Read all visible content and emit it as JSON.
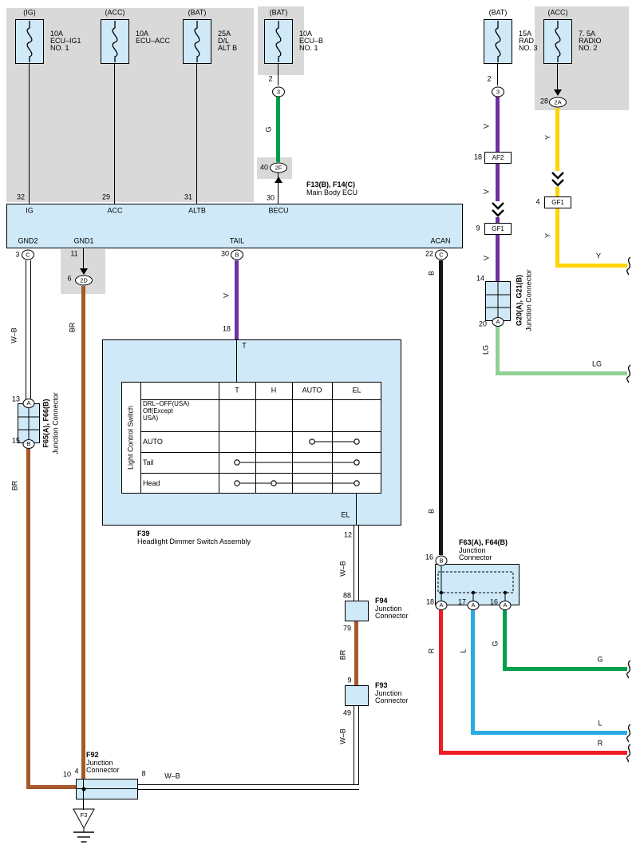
{
  "colors": {
    "component_fill": "#cfe9f8",
    "block_shade": "#d9d9d9",
    "wire_green": "#009f4d",
    "wire_violet": "#7030a0",
    "wire_yellow": "#ffd400",
    "wire_light_green": "#90d096",
    "wire_black": "#141414",
    "wire_brown": "#a5592a",
    "wire_red": "#ed1c24",
    "wire_blue": "#29abe2"
  },
  "fuses": {
    "ecu_ig1": {
      "slot": "(IG)",
      "rating": "10A",
      "name1": "ECU–IG1",
      "name2": "NO. 1",
      "pin": "32"
    },
    "ecu_acc": {
      "slot": "(ACC)",
      "rating": "10A",
      "name1": "ECU–ACC",
      "pin": "29"
    },
    "dl_altb": {
      "slot": "(BAT)",
      "rating": "25A",
      "name1": "D/L",
      "name2": "ALT B",
      "pin": "31"
    },
    "ecu_b": {
      "slot": "(BAT)",
      "rating": "10A",
      "name1": "ECU–B",
      "name2": "NO. 1",
      "pin": "2"
    },
    "rad": {
      "slot": "(BAT)",
      "rating": "15A",
      "name1": "RAD",
      "name2": "NO. 3",
      "pin": "2"
    },
    "radio": {
      "slot": "(ACC)",
      "rating": "7. 5A",
      "name1": "RADIO",
      "name2": "NO. 2",
      "pin": "28"
    }
  },
  "ecu": {
    "code": "F13(B), F14(C)",
    "name": "Main Body ECU",
    "term_ig": "IG",
    "term_acc": "ACC",
    "term_altb": "ALTB",
    "term_becu": "BECU",
    "term_gnd2": "GND2",
    "term_gnd1": "GND1",
    "term_tail": "TAIL",
    "term_acan": "ACAN"
  },
  "becu_branch": {
    "oval_3": "3",
    "wire": "G",
    "pin_40": "40",
    "oval_2f": "2F",
    "pin_30": "30"
  },
  "gnd2_branch": {
    "pin": "3",
    "oval": "C",
    "wire_upper": "W–B",
    "wire_lower": "BR"
  },
  "f65": {
    "code": "F65(A), F66(B)",
    "label": "Junction Connector",
    "pin_top": "13",
    "oval_top": "A",
    "pin_bottom": "15",
    "oval_bottom": "B"
  },
  "gnd1_branch": {
    "pin": "11",
    "pin_6": "6",
    "oval_2d": "2D",
    "wire": "BR"
  },
  "tail_branch": {
    "pin": "30",
    "oval": "B",
    "wire": "V",
    "pin_18": "18"
  },
  "acan_branch": {
    "pin": "22",
    "oval": "C",
    "wire_upper": "B",
    "wire_lower": "B"
  },
  "switch": {
    "code": "F39",
    "name": "Headlight Dimmer Switch Assembly",
    "term_in": "T",
    "term_out": "EL",
    "pin_out": "12",
    "side_label": "Light Control Switch",
    "col_t": "T",
    "col_h": "H",
    "col_auto": "AUTO",
    "col_el": "EL",
    "row1_l1": "DRL–OFF(USA)",
    "row1_l2": "Off(Except",
    "row1_l3": "USA)",
    "row2": "AUTO",
    "row3": "Tail",
    "row4": "Head"
  },
  "el_branch": {
    "wire_1": "W–B",
    "pin_88": "88",
    "pin_79": "79",
    "wire_2": "BR",
    "pin_9": "9",
    "pin_49": "49",
    "wire_3": "W–B",
    "wire_4": "W–B"
  },
  "f94": {
    "code": "F94",
    "label1": "Junction",
    "label2": "Connector"
  },
  "f93": {
    "code": "F93",
    "label1": "Junction",
    "label2": "Connector"
  },
  "f92": {
    "code": "F92",
    "label1": "Junction",
    "label2": "Connector",
    "pin_10": "10",
    "pin_4": "4",
    "pin_8": "8",
    "ground": "F3"
  },
  "f63": {
    "code": "F63(A), F64(B)",
    "label1": "Junction",
    "label2": "Connector",
    "pin_top": "16",
    "oval_top": "B",
    "oval_a": "A",
    "pin_18": "18",
    "pin_17": "17",
    "pin_16": "16",
    "wire_r": "R",
    "wire_l": "L",
    "wire_g": "G",
    "end_r": "R",
    "end_l": "L",
    "end_g": "G"
  },
  "rad_branch": {
    "oval_3": "3",
    "wire_v1": "V",
    "pin_18": "18",
    "conn_af2": "AF2",
    "wire_v2": "V",
    "pin_9": "9",
    "conn_gf1": "GF1",
    "wire_v3": "V",
    "pin_14": "14",
    "pin_20": "20",
    "oval_20": "A",
    "wire_lg": "LG",
    "end_lg": "LG"
  },
  "g20": {
    "code": "G20(A), G21(B)",
    "label": "Junction Connector"
  },
  "radio_branch": {
    "oval_2a": "2A",
    "wire_y1": "Y",
    "pin_4": "4",
    "conn_gf1": "GF1",
    "wire_y2": "Y",
    "end_y": "Y"
  }
}
